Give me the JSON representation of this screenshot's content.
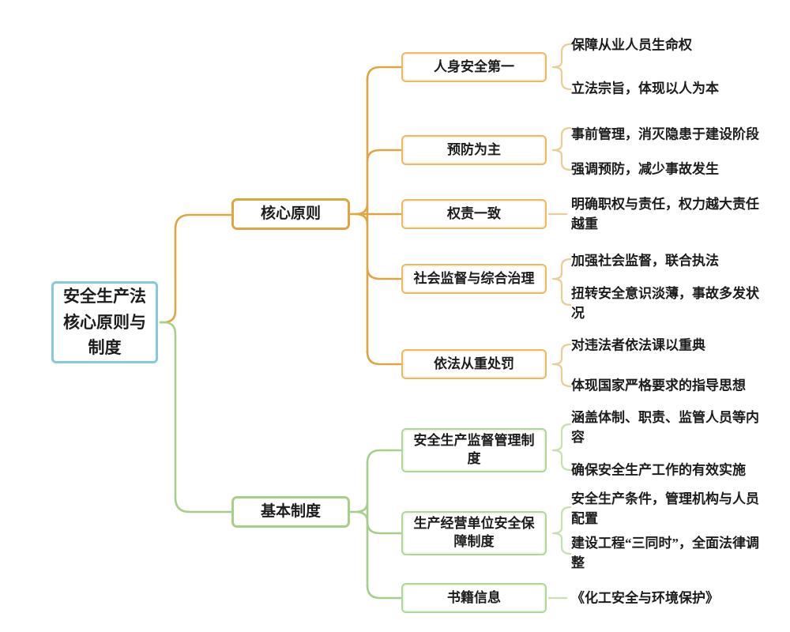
{
  "colors": {
    "bg": "#ffffff",
    "text": "#1c1c1c",
    "root-border": "#85C8E0",
    "orange": "#DFA640",
    "orange-light": "#E8CD96",
    "green": "#A6CF8C",
    "green-light": "#C6E0B0"
  },
  "mindmap": {
    "root": {
      "label": "安全生产法核心原则与制度"
    },
    "branches": [
      {
        "label": "核心原则",
        "children": [
          {
            "label": "人身安全第一",
            "leaves": [
              "保障从业人员生命权",
              "立法宗旨，体现以人为本"
            ]
          },
          {
            "label": "预防为主",
            "leaves": [
              "事前管理，消灭隐患于建设阶段",
              "强调预防，减少事故发生"
            ]
          },
          {
            "label": "权责一致",
            "leaves": [
              "明确职权与责任，权力越大责任越重"
            ]
          },
          {
            "label": "社会监督与综合治理",
            "leaves": [
              "加强社会监督，联合执法",
              "扭转安全意识淡薄，事故多发状况"
            ]
          },
          {
            "label": "依法从重处罚",
            "leaves": [
              "对违法者依法课以重典",
              "体现国家严格要求的指导思想"
            ]
          }
        ]
      },
      {
        "label": "基本制度",
        "children": [
          {
            "label": "安全生产监督管理制度",
            "leaves": [
              "涵盖体制、职责、监管人员等内容",
              "确保安全生产工作的有效实施"
            ]
          },
          {
            "label": "生产经营单位安全保障制度",
            "leaves": [
              "安全生产条件，管理机构与人员配置",
              "建设工程“三同时”，全面法律调整"
            ]
          },
          {
            "label": "书籍信息",
            "leaves": [
              "《化工安全与环境保护》"
            ]
          }
        ]
      }
    ]
  }
}
